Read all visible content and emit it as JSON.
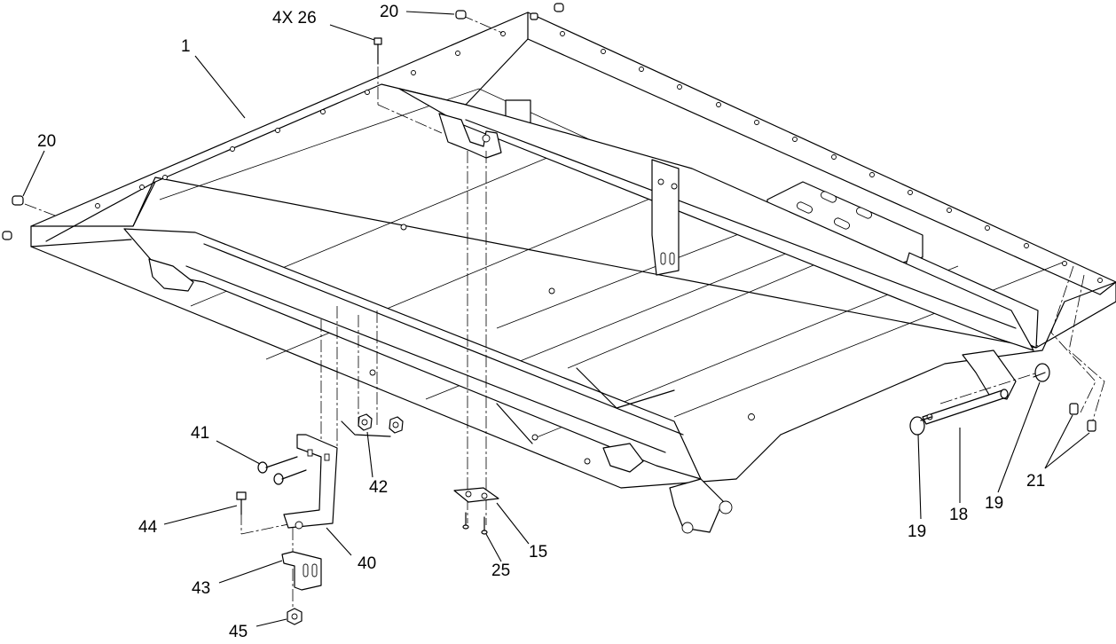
{
  "callouts": [
    {
      "id": "c1",
      "text": "1"
    },
    {
      "id": "c26",
      "text": "4X 26"
    },
    {
      "id": "c20a",
      "text": "20"
    },
    {
      "id": "c20b",
      "text": "20"
    },
    {
      "id": "c41",
      "text": "41"
    },
    {
      "id": "c42",
      "text": "42"
    },
    {
      "id": "c44",
      "text": "44"
    },
    {
      "id": "c40",
      "text": "40"
    },
    {
      "id": "c43",
      "text": "43"
    },
    {
      "id": "c45",
      "text": "45"
    },
    {
      "id": "c15",
      "text": "15"
    },
    {
      "id": "c25",
      "text": "25"
    },
    {
      "id": "c19a",
      "text": "19"
    },
    {
      "id": "c18",
      "text": "18"
    },
    {
      "id": "c19b",
      "text": "19"
    },
    {
      "id": "c21",
      "text": "21"
    }
  ]
}
